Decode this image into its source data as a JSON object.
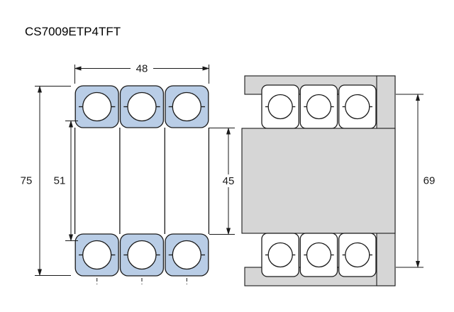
{
  "title": "CS7009ETP4TFT",
  "diagram": {
    "left_view": {
      "dims": {
        "width": "48",
        "outer_diameter": "75",
        "shoulder_diameter": "51",
        "bore_diameter": "45"
      }
    },
    "right_view": {
      "dims": {
        "abutment_diameter": "69"
      }
    },
    "colors": {
      "ring_fill": "#b9cde6",
      "mount_fill": "#d6d6d6",
      "outline": "#1a1a1a",
      "background": "#ffffff"
    }
  }
}
